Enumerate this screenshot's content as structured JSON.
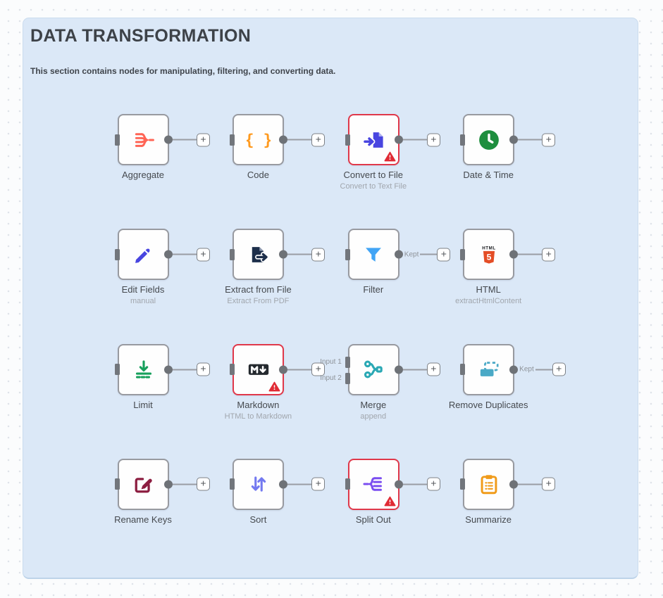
{
  "section": {
    "title": "DATA TRANSFORMATION",
    "subtitle": "This section contains nodes for manipulating, filtering, and converting data.",
    "background_color": "#dbe8f7"
  },
  "colors": {
    "node_border": "#989aa0",
    "error_border": "#e0384a",
    "connector": "#6e7277",
    "wire": "#9a9da3",
    "warning": "#e02b35"
  },
  "connector": {
    "plus_glyph": "+"
  },
  "nodes": [
    {
      "label": "Aggregate",
      "icon": "aggregate-icon",
      "accent": "#ff6455"
    },
    {
      "label": "Code",
      "icon": "code-icon",
      "accent": "#ff9a1f"
    },
    {
      "label": "Convert to File",
      "sublabel": "Convert to Text File",
      "icon": "convert-to-file-icon",
      "accent": "#4845e0",
      "error": true
    },
    {
      "label": "Date & Time",
      "icon": "date-time-icon",
      "accent": "#1e8e3e"
    },
    {
      "label": "Edit Fields",
      "sublabel": "manual",
      "icon": "edit-fields-icon",
      "accent": "#4845e0"
    },
    {
      "label": "Extract from File",
      "sublabel": "Extract From PDF",
      "icon": "extract-from-file-icon",
      "accent": "#1c2e4a"
    },
    {
      "label": "Filter",
      "icon": "filter-icon",
      "accent": "#41a4f5",
      "output_label": "Kept"
    },
    {
      "label": "HTML",
      "sublabel": "extractHtmlContent",
      "icon": "html5-icon",
      "accent": "#e44d26"
    },
    {
      "label": "Limit",
      "icon": "limit-icon",
      "accent": "#17a05c"
    },
    {
      "label": "Markdown",
      "sublabel": "HTML to Markdown",
      "icon": "markdown-icon",
      "accent": "#24292e",
      "error": true
    },
    {
      "label": "Merge",
      "sublabel": "append",
      "icon": "merge-icon",
      "accent": "#2aa8b4",
      "input_labels": [
        "Input 1",
        "Input 2"
      ]
    },
    {
      "label": "Remove Duplicates",
      "icon": "remove-duplicates-icon",
      "accent": "#4aa9c6",
      "output_label": "Kept"
    },
    {
      "label": "Rename Keys",
      "icon": "rename-keys-icon",
      "accent": "#8c1d40"
    },
    {
      "label": "Sort",
      "icon": "sort-icon",
      "accent": "#7379f0"
    },
    {
      "label": "Split Out",
      "icon": "split-out-icon",
      "accent": "#7a4df0",
      "error": true
    },
    {
      "label": "Summarize",
      "icon": "summarize-icon",
      "accent": "#f09b1a"
    }
  ]
}
